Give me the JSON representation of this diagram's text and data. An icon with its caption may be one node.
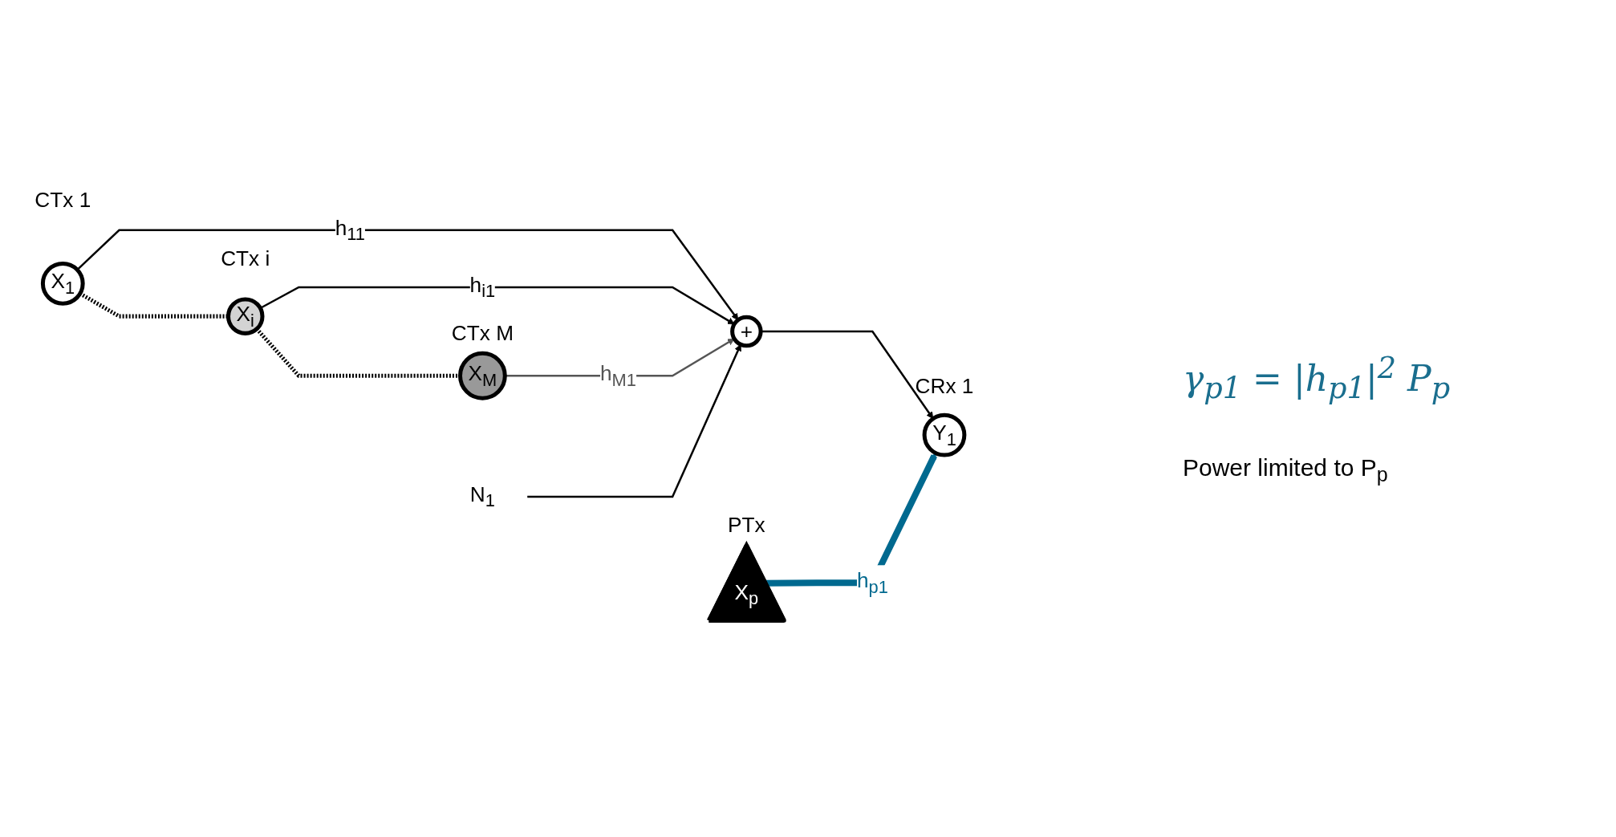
{
  "diagram": {
    "nodes": [
      {
        "text": [
          "X$_{1}$"
        ],
        "beside": [
          "CTx 1"
        ]
      },
      {
        "text": [
          "X$_{i}$"
        ],
        "beside": [
          "CTx i"
        ]
      },
      {
        "text": [
          "X$_{M}$"
        ],
        "beside": [
          "CTx M"
        ]
      },
      {
        "text": [
          "+"
        ]
      },
      {
        "text": [
          "N$_{1}$"
        ]
      },
      {
        "text": [
          "Y$_{1}$"
        ],
        "beside": [
          "CRx 1"
        ]
      },
      {
        "text": [
          "X$_{p}$"
        ],
        "beside": [
          "PTx"
        ]
      }
    ],
    "edges": [
      {
        "from": 0,
        "to": 3,
        "arrow": "to",
        "label": "h$_{11}$"
      },
      {
        "from": 1,
        "to": 3,
        "arrow": "to",
        "label": "h$_{i1}$"
      },
      {
        "from": 2,
        "to": 3,
        "arrow": "to",
        "label": "h$_{M1}$",
        "color": "#555555"
      },
      {
        "from": 4,
        "to": 3,
        "arrow": "to"
      },
      {
        "from": 3,
        "to": 5,
        "arrow": "to"
      },
      {
        "from": 6,
        "to": 5,
        "arrow": "to",
        "label": "h$_{p1}$",
        "style": "thick",
        "color": "#00698f"
      },
      {
        "from": 0,
        "to": 1,
        "arrow": "none",
        "style": "dashed"
      },
      {
        "from": 1,
        "to": 2,
        "arrow": "none",
        "style": "dashed"
      }
    ],
    "labels": [
      "γ$_{p1}$ = |h$_{p1}$|$^{2}$ P$_{p}$",
      "Power limited to P$_{p}$"
    ]
  }
}
